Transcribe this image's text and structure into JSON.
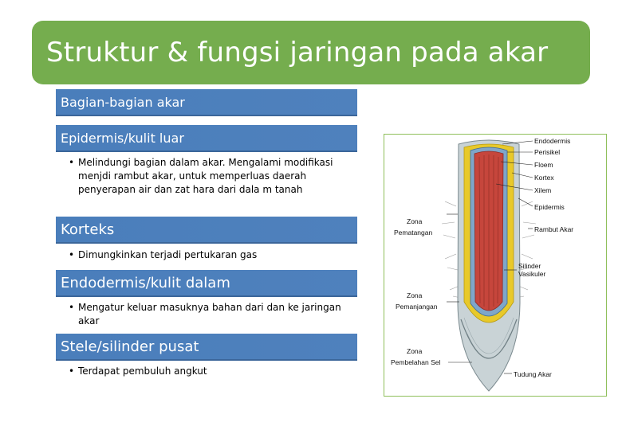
{
  "title": "Struktur & fungsi jaringan pada akar",
  "sections": [
    {
      "heading": "Bagian-bagian akar"
    },
    {
      "heading": "Epidermis/kulit luar",
      "bullet": "Melindungi  bagian dalam akar. Mengalami modifikasi menjdi rambut akar, untuk memperluas daerah penyerapan air dan zat hara dari dala m tanah"
    },
    {
      "heading": "Korteks",
      "bullet": "Dimungkinkan terjadi pertukaran gas"
    },
    {
      "heading": "Endodermis/kulit dalam",
      "bullet": "Mengatur keluar masuknya  bahan dari dan ke jaringan akar"
    },
    {
      "heading": "Stele/silinder pusat",
      "bullet": "Terdapat pembuluh angkut"
    }
  ],
  "diagram": {
    "labels_right": [
      "Endodermis",
      "Perisikel",
      "Floem",
      "Kortex",
      "Xilem",
      "Epidermis",
      "Rambut Akar",
      "Silinder",
      "Vasikuler",
      "Tudung Akar"
    ],
    "labels_left": [
      "Zona",
      "Pematangan",
      "Zona",
      "Pemanjangan",
      "Zona",
      "Pembelahan Sel"
    ]
  }
}
